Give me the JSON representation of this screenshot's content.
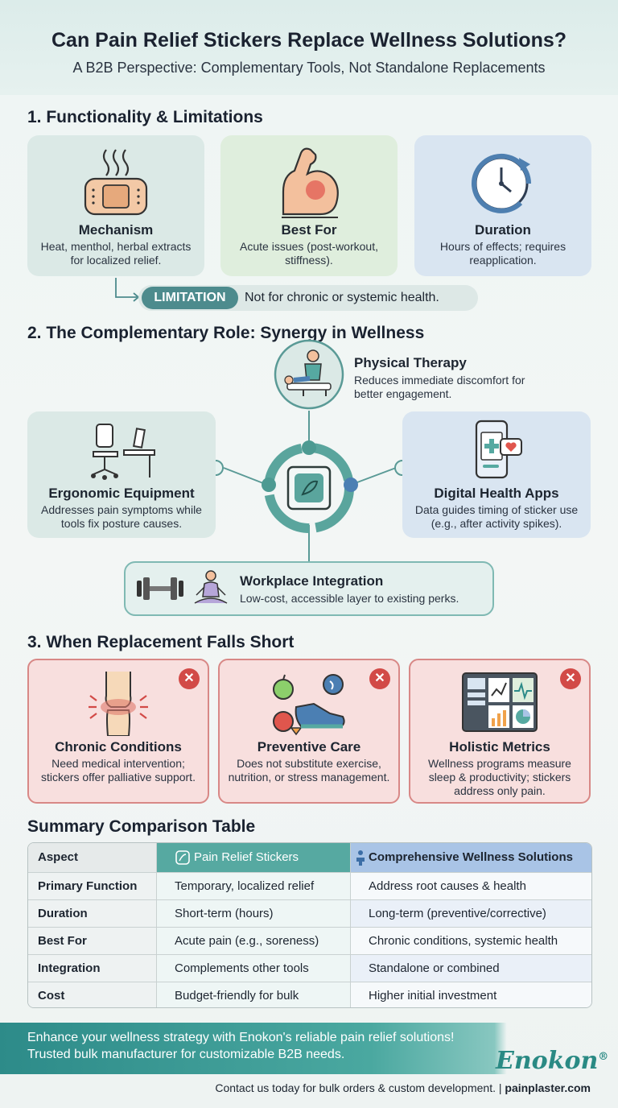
{
  "header": {
    "title": "Can Pain Relief Stickers Replace Wellness Solutions?",
    "subtitle": "A B2B Perspective: Complementary Tools, Not Standalone Replacements"
  },
  "section1": {
    "title": "1. Functionality & Limitations",
    "cards": [
      {
        "title": "Mechanism",
        "text": "Heat, menthol, herbal extracts for localized relief.",
        "icon": "heat-patch-icon"
      },
      {
        "title": "Best For",
        "text": "Acute issues (post-workout, stiffness).",
        "icon": "flexed-arm-icon"
      },
      {
        "title": "Duration",
        "text": "Hours of effects; requires reapplication.",
        "icon": "clock-refresh-icon"
      }
    ],
    "limitation_label": "LIMITATION",
    "limitation_text": "Not for chronic or systemic health."
  },
  "section2": {
    "title": "2. The Complementary Role: Synergy in Wellness",
    "physical_therapy": {
      "title": "Physical Therapy",
      "text": "Reduces immediate discomfort for better engagement."
    },
    "ergonomic": {
      "title": "Ergonomic Equipment",
      "text": "Addresses pain symptoms while tools fix posture causes."
    },
    "digital": {
      "title": "Digital Health Apps",
      "text": "Data guides timing of sticker use (e.g., after activity spikes)."
    },
    "workplace": {
      "title": "Workplace Integration",
      "text": "Low-cost, accessible layer to existing perks."
    }
  },
  "section3": {
    "title": "3. When Replacement Falls Short",
    "cards": [
      {
        "title": "Chronic Conditions",
        "text": "Need medical intervention; stickers offer palliative support.",
        "icon": "knee-joint-icon"
      },
      {
        "title": "Preventive Care",
        "text": "Does not substitute exercise, nutrition, or stress management.",
        "icon": "apple-shoe-icon"
      },
      {
        "title": "Holistic Metrics",
        "text": "Wellness programs measure sleep & productivity; stickers address only pain.",
        "icon": "dashboard-icon"
      }
    ],
    "x_mark": "✕"
  },
  "table": {
    "title": "Summary Comparison Table",
    "headers": [
      "Aspect",
      "Pain Relief Stickers",
      "Comprehensive Wellness Solutions"
    ],
    "rows": [
      [
        "Primary Function",
        "Temporary, localized relief",
        "Address root causes & health"
      ],
      [
        "Duration",
        "Short-term (hours)",
        "Long-term (preventive/corrective)"
      ],
      [
        "Best For",
        "Acute pain (e.g., soreness)",
        "Chronic conditions, systemic health"
      ],
      [
        "Integration",
        "Complements other tools",
        "Standalone or combined"
      ],
      [
        "Cost",
        "Budget-friendly for bulk",
        "Higher initial investment"
      ]
    ]
  },
  "footer": {
    "cta": "Enhance your wellness strategy with Enokon's reliable pain relief solutions! Trusted bulk manufacturer for customizable B2B needs.",
    "brand": "Enokon",
    "brand_mark": "®",
    "contact": "Contact us today for bulk orders & custom development. |",
    "website": "painplaster.com"
  },
  "colors": {
    "teal": "#4d8b8d",
    "card_teal": "#dbe9e6",
    "card_green": "#dfeedd",
    "card_blue": "#d9e5f1",
    "warning_red": "#d24a47"
  }
}
